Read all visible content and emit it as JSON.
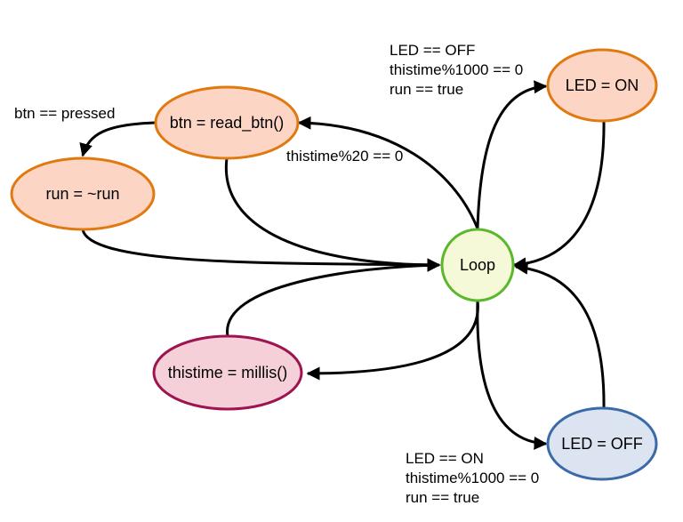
{
  "nodes": {
    "loop": {
      "label": "Loop",
      "fill": "#f5f9d8",
      "stroke": "#5bb82c"
    },
    "read_btn": {
      "label": "btn = read_btn()",
      "fill": "#fdd5c5",
      "stroke": "#e07a10"
    },
    "run_toggle": {
      "label": "run = ~run",
      "fill": "#fdd5c5",
      "stroke": "#e07a10"
    },
    "millis": {
      "label": "thistime = millis()",
      "fill": "#f6d0d8",
      "stroke": "#9e1450"
    },
    "led_on": {
      "label": "LED = ON",
      "fill": "#fdd5c5",
      "stroke": "#e07a10"
    },
    "led_off": {
      "label": "LED = OFF",
      "fill": "#dbe4f0",
      "stroke": "#3a6aa8"
    }
  },
  "edges": {
    "btn_pressed": {
      "lines": [
        "btn == pressed"
      ]
    },
    "poll": {
      "lines": [
        "thistime%20 == 0"
      ]
    },
    "to_on": {
      "lines": [
        "LED == OFF",
        "thistime%1000 == 0",
        "run == true"
      ]
    },
    "to_off": {
      "lines": [
        "LED == ON",
        "thistime%1000 == 0",
        "run == true"
      ]
    }
  }
}
